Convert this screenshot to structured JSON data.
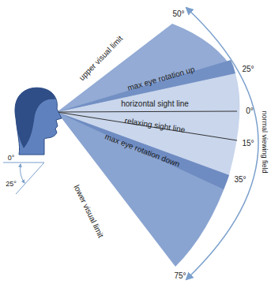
{
  "diagram": {
    "labels": [
      "upper visual limit",
      "50°",
      "max eye rotation up",
      "25°",
      "horizontal sight line",
      "0°",
      "relaxing sight line",
      "15°",
      "max eye rotation down",
      "35°",
      "lower visual limit",
      "75°",
      "normal viewing field",
      "0°",
      "25°"
    ]
  }
}
